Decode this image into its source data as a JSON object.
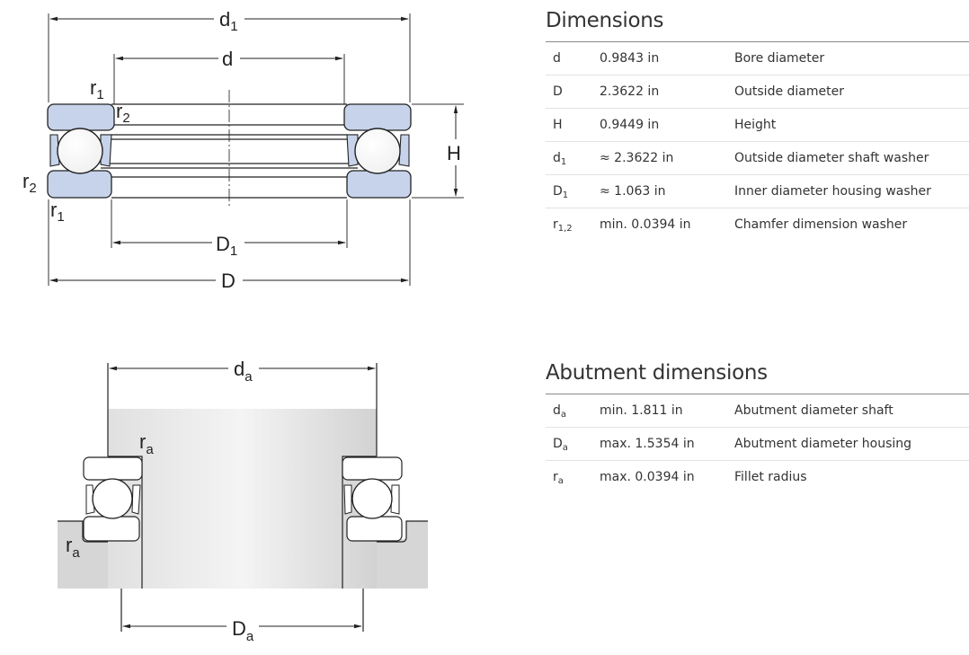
{
  "diagram_top": {
    "label_d1": "d",
    "label_d1_sub": "1",
    "label_d": "d",
    "label_H": "H",
    "label_D1": "D",
    "label_D1_sub": "1",
    "label_D": "D",
    "label_r1_top": "r",
    "label_r1_top_sub": "1",
    "label_r2_top": "r",
    "label_r2_top_sub": "2",
    "label_r2_left": "r",
    "label_r2_left_sub": "2",
    "label_r1_bottom": "r",
    "label_r1_bottom_sub": "1"
  },
  "diagram_bottom": {
    "label_da": "d",
    "label_da_sub": "a",
    "label_ra_top": "r",
    "label_ra_top_sub": "a",
    "label_ra_left": "r",
    "label_ra_left_sub": "a",
    "label_Da": "D",
    "label_Da_sub": "a"
  },
  "dimensions": {
    "title": "Dimensions",
    "rows": [
      {
        "sym": "d",
        "sub": "",
        "value": "0.9843 in",
        "desc": "Bore diameter"
      },
      {
        "sym": "D",
        "sub": "",
        "value": "2.3622 in",
        "desc": "Outside diameter"
      },
      {
        "sym": "H",
        "sub": "",
        "value": "0.9449 in",
        "desc": "Height"
      },
      {
        "sym": "d",
        "sub": "1",
        "value": "≈ 2.3622 in",
        "desc": "Outside diameter shaft washer"
      },
      {
        "sym": "D",
        "sub": "1",
        "value": "≈ 1.063 in",
        "desc": "Inner diameter housing washer"
      },
      {
        "sym": "r",
        "sub": "1,2",
        "value": "min. 0.0394 in",
        "desc": "Chamfer dimension washer"
      }
    ]
  },
  "abutment": {
    "title": "Abutment dimensions",
    "rows": [
      {
        "sym": "d",
        "sub": "a",
        "value": "min. 1.811 in",
        "desc": "Abutment diameter shaft"
      },
      {
        "sym": "D",
        "sub": "a",
        "value": "max. 1.5354 in",
        "desc": "Abutment diameter housing"
      },
      {
        "sym": "r",
        "sub": "a",
        "value": "max. 0.0394 in",
        "desc": "Fillet radius"
      }
    ]
  },
  "colors": {
    "washer_fill": "#c6d3ea",
    "line": "#222222",
    "grey_fill": "#d6d6d6"
  }
}
